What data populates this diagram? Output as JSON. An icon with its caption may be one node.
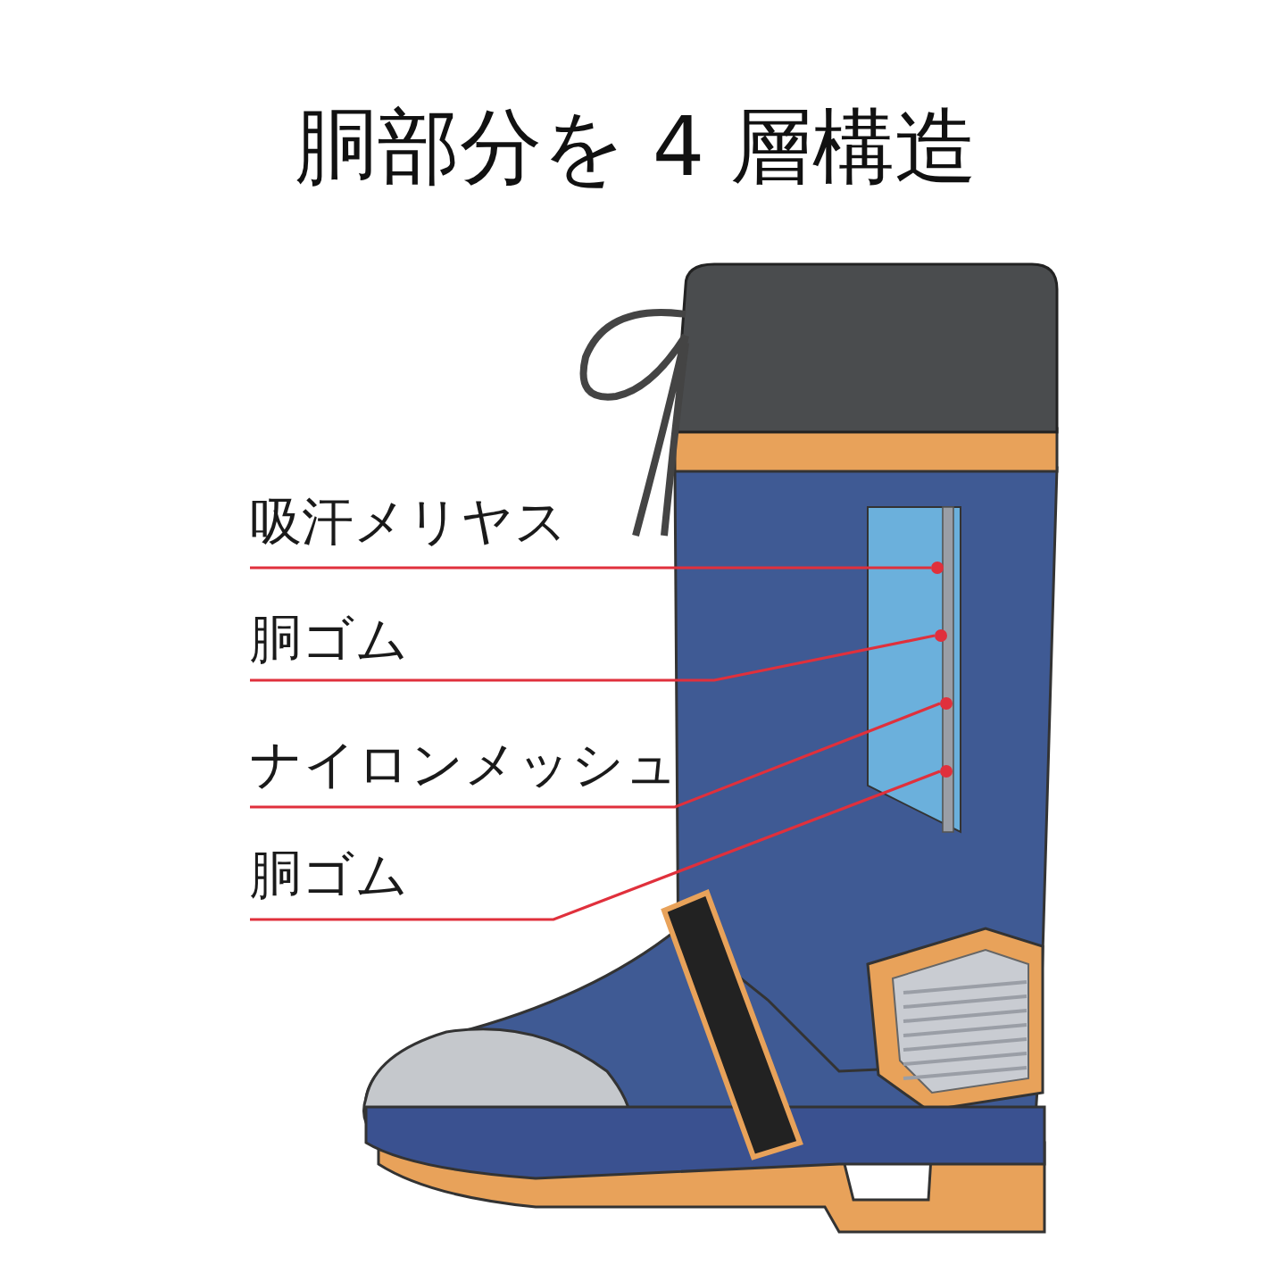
{
  "diagram": {
    "title": "胴部分を 4 層構造",
    "nodes": [
      {
        "text": [
          "吸汗メリヤス"
        ]
      },
      {
        "text": [
          "胴ゴム"
        ]
      },
      {
        "text": [
          "ナイロンメッシュ"
        ]
      },
      {
        "text": [
          "胴ゴム"
        ]
      },
      {
        "text": [],
        "shape": "circle"
      },
      {
        "text": [],
        "shape": "circle"
      },
      {
        "text": [],
        "shape": "circle"
      },
      {
        "text": [],
        "shape": "circle"
      }
    ],
    "edges": [
      {
        "from": 0,
        "to": 4,
        "arrow": "none",
        "color": "#e0303c"
      },
      {
        "from": 1,
        "to": 5,
        "arrow": "none",
        "color": "#e0303c"
      },
      {
        "from": 2,
        "to": 6,
        "arrow": "none",
        "color": "#e0303c"
      },
      {
        "from": 3,
        "to": 7,
        "arrow": "none",
        "color": "#e0303c"
      }
    ]
  }
}
